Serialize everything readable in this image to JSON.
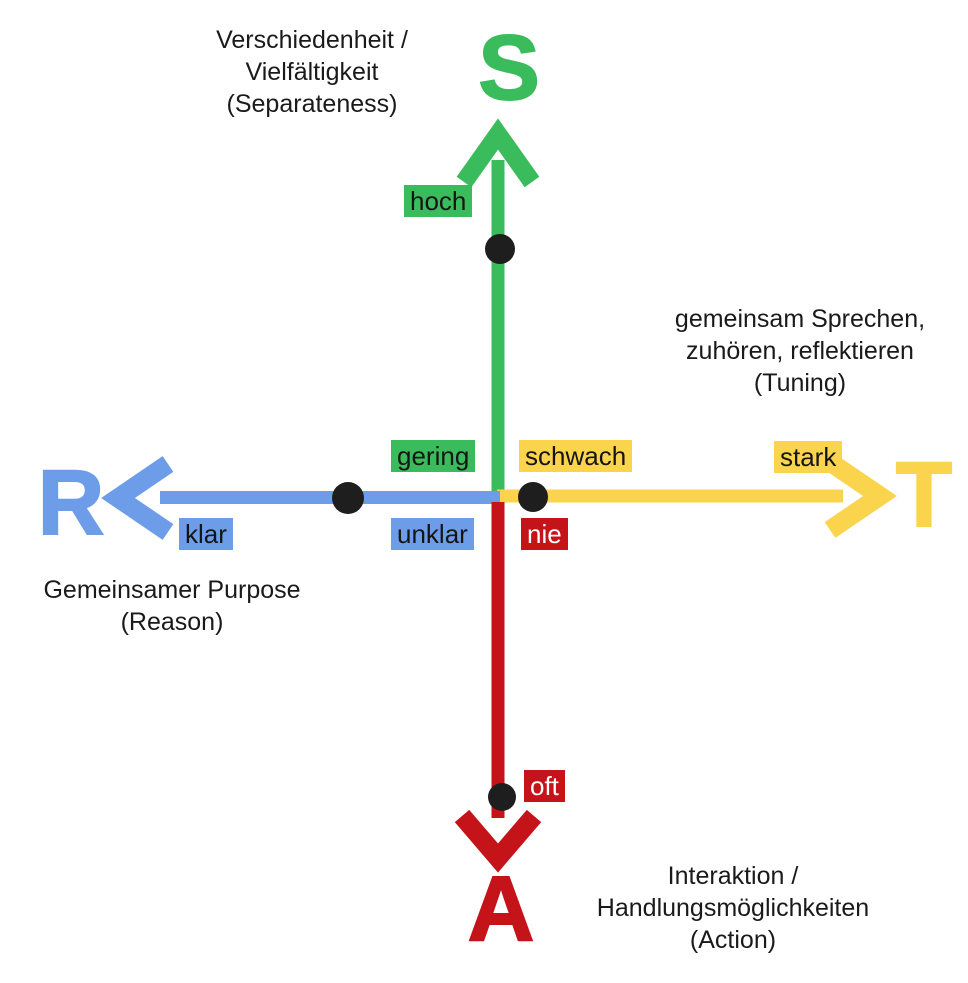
{
  "diagram": {
    "type": "four-axis model (STAR)",
    "colors": {
      "green": "#3bbc5c",
      "blue": "#6d9de9",
      "yellow": "#fbd44e",
      "red": "#c5131a",
      "dot": "#1e1e1e",
      "text": "#1a1a1a",
      "background": "#ffffff"
    },
    "axes": {
      "s": {
        "letter": "S",
        "direction": "up",
        "color": "#3bbc5c",
        "tick_near": "gering",
        "tick_far": "hoch",
        "annotation_lines": [
          "Verschiedenheit /",
          "Vielfältigkeit",
          "(Separateness)"
        ]
      },
      "t": {
        "letter": "T",
        "direction": "right",
        "color": "#fbd44e",
        "tick_near": "schwach",
        "tick_far": "stark",
        "annotation_lines": [
          "gemeinsam Sprechen,",
          "zuhören, reflektieren",
          "(Tuning)"
        ]
      },
      "a": {
        "letter": "A",
        "direction": "down",
        "color": "#c5131a",
        "tick_near": "nie",
        "tick_far": "oft",
        "annotation_lines": [
          "Interaktion /",
          "Handlungsmöglichkeiten",
          "(Action)"
        ]
      },
      "r": {
        "letter": "R",
        "direction": "left",
        "color": "#6d9de9",
        "tick_near": "unklar",
        "tick_far": "klar",
        "annotation_lines": [
          "Gemeinsamer Purpose",
          "(Reason)"
        ]
      }
    },
    "markers": [
      "black dot on S axis between gering and hoch",
      "black dot on R axis between unklar and klar",
      "black dot on T axis at schwach near center",
      "black dot on A axis at oft"
    ]
  }
}
